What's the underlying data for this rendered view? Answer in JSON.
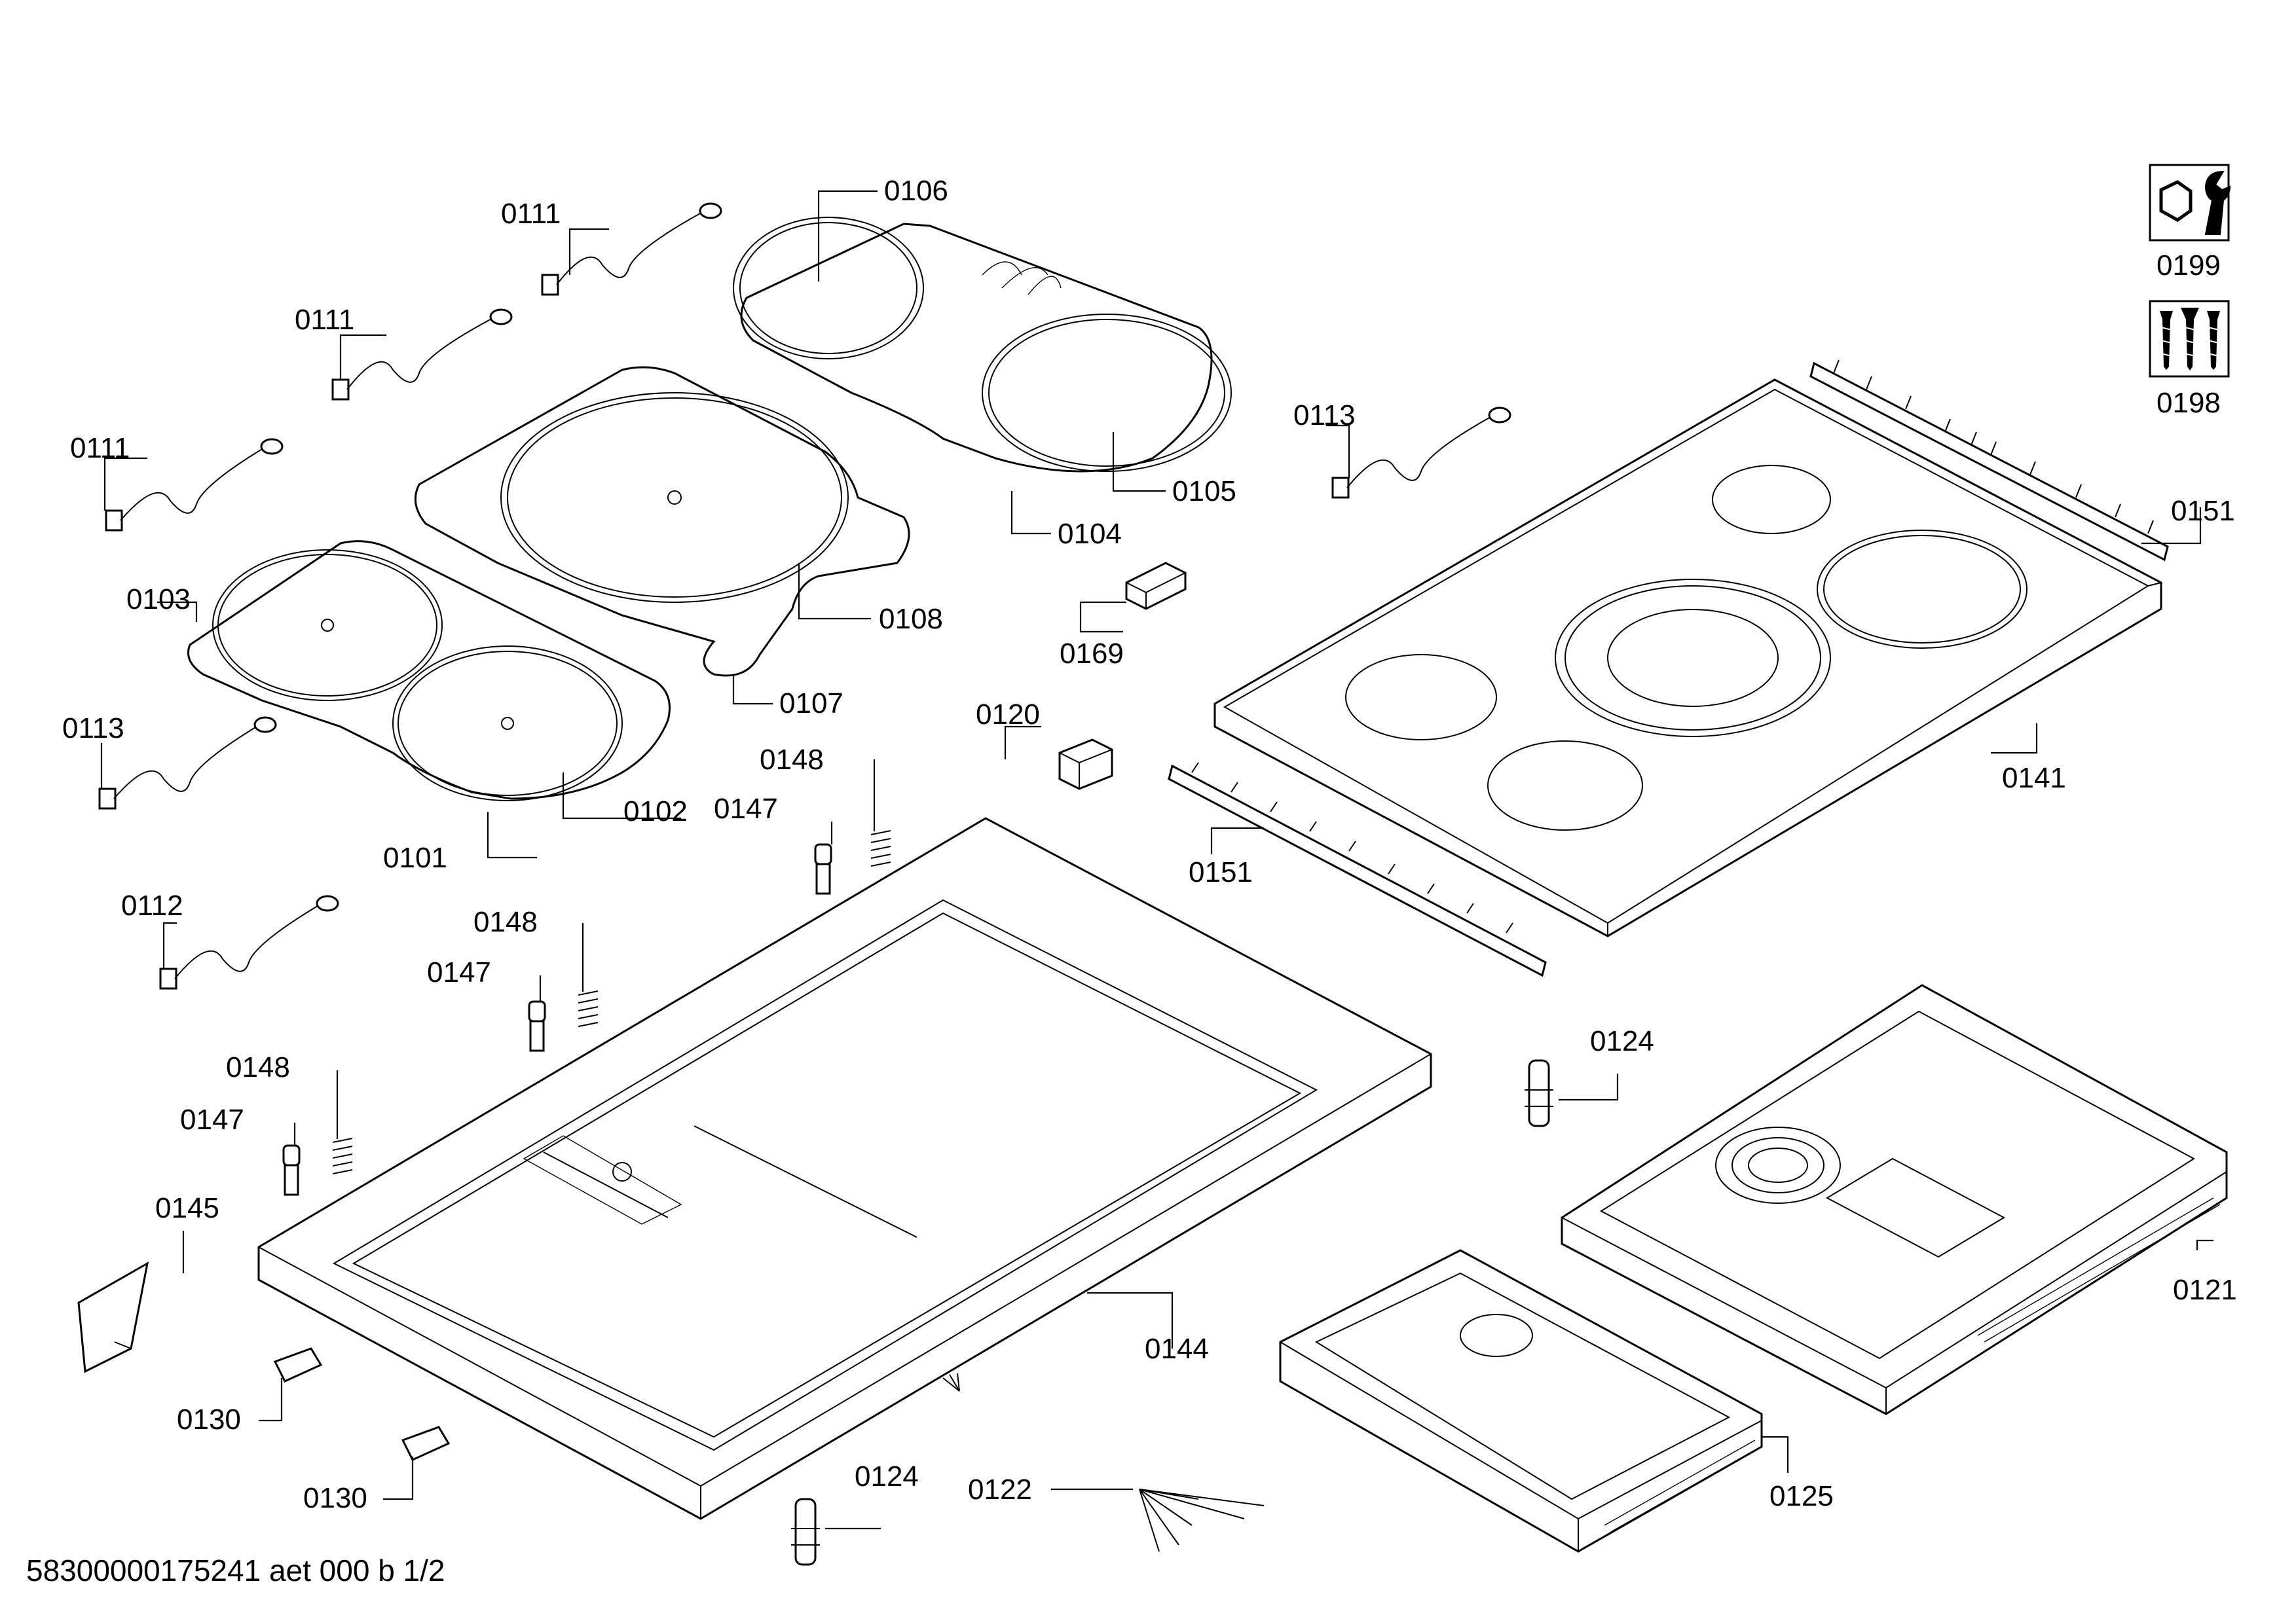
{
  "diagram": {
    "parts": {
      "p0106": "0106",
      "p0111a": "0111",
      "p0111b": "0111",
      "p0111c": "0111",
      "p0113a": "0113",
      "p0113b": "0113",
      "p0105": "0105",
      "p0104": "0104",
      "p0103": "0103",
      "p0108": "0108",
      "p0107": "0107",
      "p0169": "0169",
      "p0102": "0102",
      "p0101": "0101",
      "p0120": "0120",
      "p0148a": "0148",
      "p0148b": "0148",
      "p0148c": "0148",
      "p0147a": "0147",
      "p0147b": "0147",
      "p0147c": "0147",
      "p0112": "0112",
      "p0151a": "0151",
      "p0151b": "0151",
      "p0141": "0141",
      "p0124a": "0124",
      "p0124b": "0124",
      "p0145": "0145",
      "p0144": "0144",
      "p0130a": "0130",
      "p0130b": "0130",
      "p0122": "0122",
      "p0125": "0125",
      "p0121": "0121"
    },
    "icons": {
      "tools_label": "0199",
      "screws_label": "0198",
      "tools_icon": "wrench-and-nut-icon",
      "screws_icon": "screws-icon"
    },
    "footer": "58300000175241 aet 000 b 1/2"
  }
}
